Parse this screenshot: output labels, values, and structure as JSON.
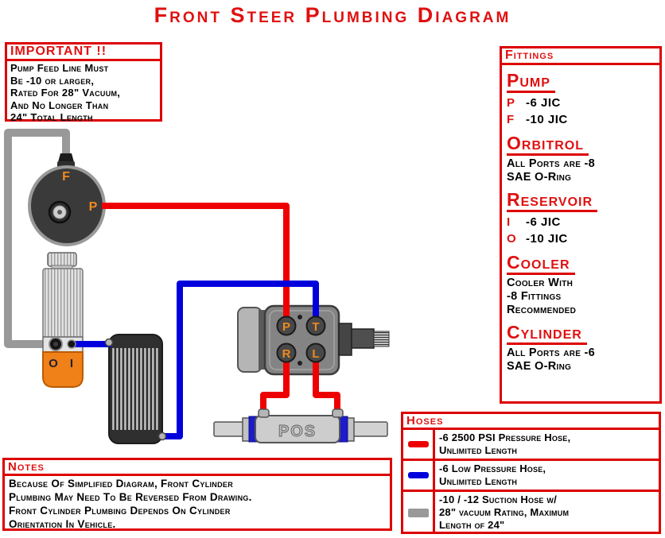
{
  "title": "Front Steer Plumbing Diagram",
  "colors": {
    "accent_red": "#dd0000",
    "header_red": "#e01010",
    "hose_red": "#ee0000",
    "hose_blue": "#0000dd",
    "hose_gray": "#999999",
    "port_label_orange": "#f08a1e",
    "reservoir_orange": "#f08018",
    "cylinder_seal_blue": "#1c1ccc"
  },
  "important": {
    "header": "IMPORTANT !!",
    "lines": [
      "Pump Feed Line Must",
      "Be -10 or larger,",
      "Rated For 28\" Vacuum,",
      "And No Longer Than",
      "24\" Total Length"
    ]
  },
  "fittings": {
    "header": "Fittings",
    "sections": [
      {
        "heading": "Pump",
        "rows": [
          {
            "port": "P",
            "value": "-6 JIC"
          },
          {
            "port": "F",
            "value": "-10 JIC"
          }
        ]
      },
      {
        "heading": "Orbitrol",
        "lines": [
          "All Ports are -8",
          "SAE O-Ring"
        ]
      },
      {
        "heading": "Reservoir",
        "rows": [
          {
            "port": "I",
            "value": "-6 JIC"
          },
          {
            "port": "O",
            "value": "-10 JIC"
          }
        ]
      },
      {
        "heading": "Cooler",
        "lines": [
          "Cooler With",
          "-8 Fittings",
          "Recommended"
        ]
      },
      {
        "heading": "Cylinder",
        "lines": [
          "All Ports are -6",
          "SAE O-Ring"
        ]
      }
    ]
  },
  "hoses": {
    "header": "Hoses",
    "rows": [
      {
        "type": "pressure-hose",
        "color": "#ee0000",
        "lines": [
          "-6 2500 PSI Pressure Hose,",
          "Unlimited Length"
        ]
      },
      {
        "type": "low-pressure-hose",
        "color": "#0000dd",
        "lines": [
          "-6 Low Pressure Hose,",
          "Unlimited Length"
        ]
      },
      {
        "type": "suction-hose",
        "color": "#999999",
        "lines": [
          "-10 / -12 Suction Hose w/",
          "28\" vacuum Rating, Maximum",
          "Length of 24\""
        ]
      }
    ]
  },
  "notes": {
    "header": "Notes",
    "lines": [
      "Because Of Simplified Diagram, Front Cylinder",
      "Plumbing May Need To Be Reversed From Drawing.",
      "Front Cylinder Plumbing Depends On Cylinder",
      "Orientation In Vehicle."
    ]
  },
  "diagram": {
    "pump": {
      "feed_port": "F",
      "pressure_port": "P"
    },
    "reservoir": {
      "out_port": "O",
      "in_port": "I"
    },
    "orbitrol": {
      "port_p": "P",
      "port_t": "T",
      "port_r": "R",
      "port_l": "L"
    },
    "cylinder": {
      "label": "POS"
    }
  }
}
